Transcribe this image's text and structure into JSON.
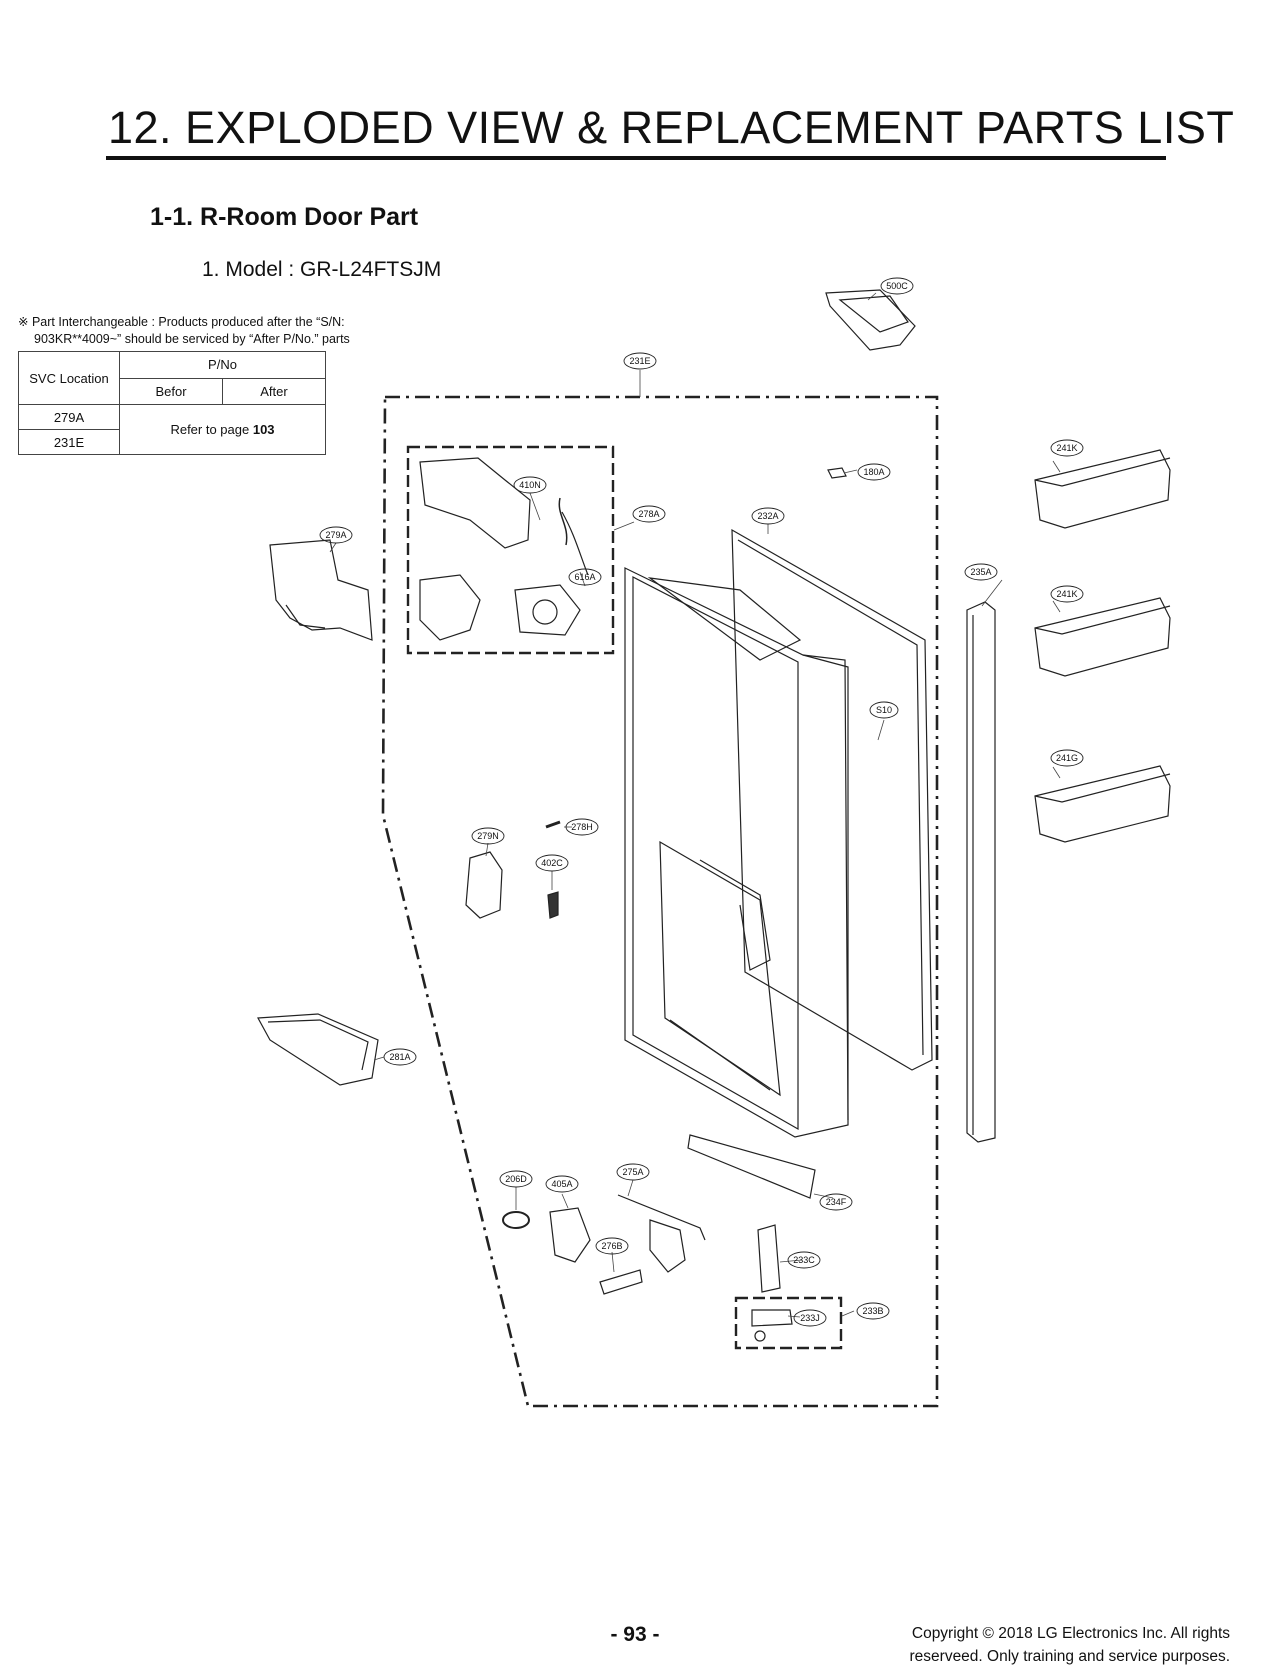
{
  "heading": {
    "title": "12. EXPLODED VIEW & REPLACEMENT PARTS LIST",
    "section": "1-1. R-Room Door Part",
    "model": "1.  Model : GR-L24FTSJM"
  },
  "note": {
    "line1": "※ Part Interchangeable : Products produced after the “S/N:",
    "line2": "903KR**4009~” should be serviced by “After P/No.” parts"
  },
  "interchange_table": {
    "svc_header": "SVC Location",
    "pno_header": "P/No",
    "before_header": "Befor",
    "after_header": "After",
    "rows": [
      "279A",
      "231E"
    ],
    "refer_text": "Refer to page ",
    "refer_page": "103"
  },
  "callouts": {
    "c500C": "500C",
    "c231E": "231E",
    "c241K_a": "241K",
    "c180A": "180A",
    "c410N": "410N",
    "c278A": "278A",
    "c232A": "232A",
    "c279A": "279A",
    "c616A": "616A",
    "c235A": "235A",
    "c241K_b": "241K",
    "cS10": "S10",
    "c241G": "241G",
    "c278H": "278H",
    "c279N": "279N",
    "c402C": "402C",
    "c281A": "281A",
    "c275A": "275A",
    "c206D": "206D",
    "c405A": "405A",
    "c234F": "234F",
    "c276B": "276B",
    "c233C": "233C",
    "c233B": "233B",
    "c233J": "233J"
  },
  "footer": {
    "page_number": "- 93 -",
    "copyright_line1": "Copyright © 2018 LG Electronics Inc. All rights",
    "copyright_line2": "reserveed. Only training and service purposes."
  }
}
